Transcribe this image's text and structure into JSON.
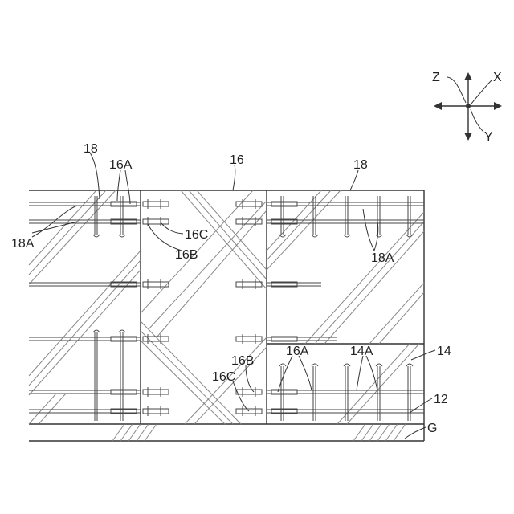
{
  "axes": {
    "z": "Z",
    "x": "X",
    "y": "Y"
  },
  "labels": {
    "left_18": "18",
    "left_16A": "16A",
    "center_16": "16",
    "right_18": "18",
    "left_18A": "18A",
    "left_16C": "16C",
    "left_16B": "16B",
    "right_18A": "18A",
    "lower_16B": "16B",
    "lower_16A": "16A",
    "lower_14A": "14A",
    "right_14": "14",
    "lower_16C": "16C",
    "right_12": "12",
    "right_G": "G"
  },
  "icons": {
    "axis_indicator": "xyz-axis-icon"
  }
}
